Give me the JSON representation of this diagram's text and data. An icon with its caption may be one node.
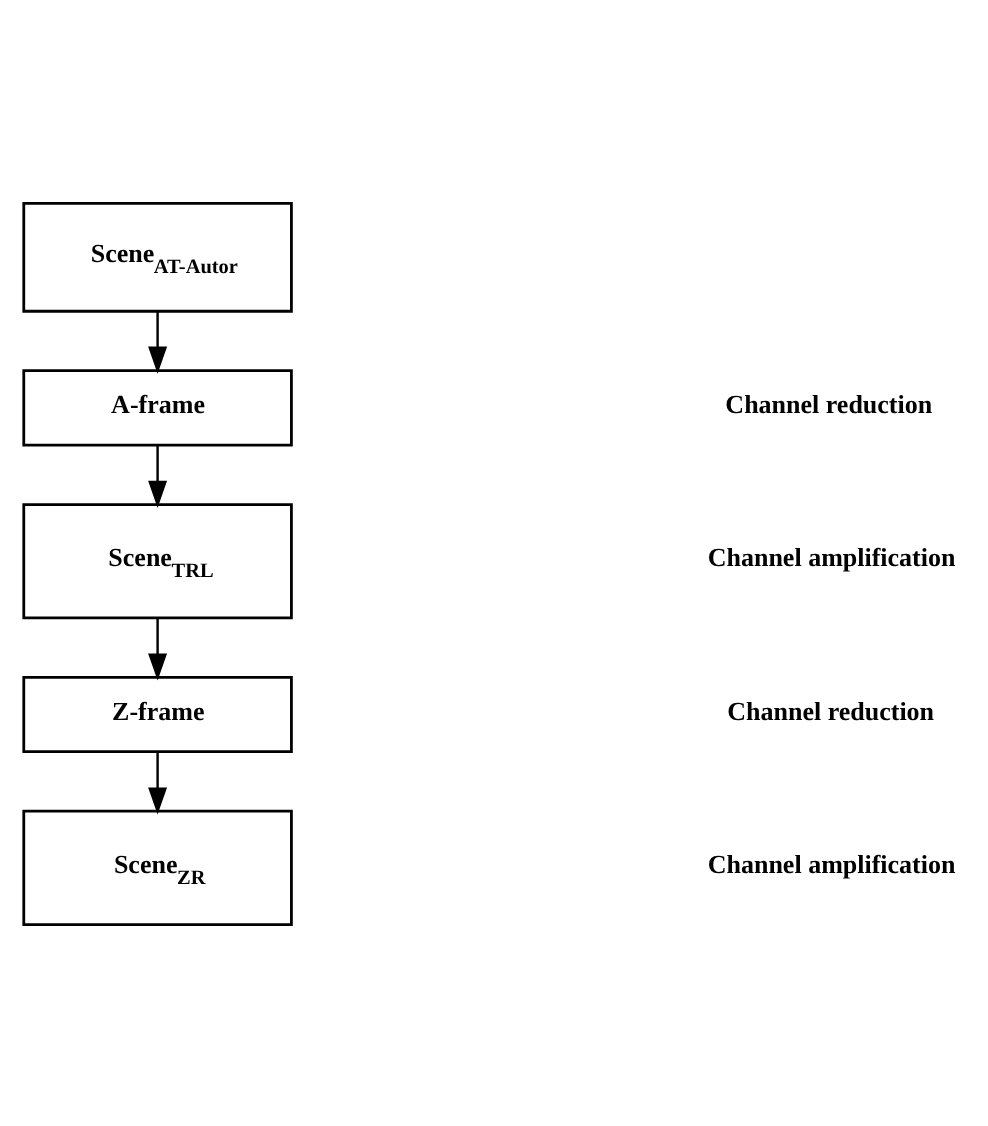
{
  "diagram": {
    "nodes": [
      {
        "text": [
          "Scene$_{AT-Autor}$"
        ]
      },
      {
        "text": [
          "A-frame"
        ]
      },
      {
        "text": [
          "Scene$_{TRL}$"
        ]
      },
      {
        "text": [
          "Z-frame"
        ]
      },
      {
        "text": [
          "Scene$_{ZR}$"
        ]
      }
    ],
    "edges": [
      {
        "from": 0,
        "to": 1,
        "arrow": "to"
      },
      {
        "from": 1,
        "to": 2,
        "arrow": "to"
      },
      {
        "from": 2,
        "to": 3,
        "arrow": "to"
      },
      {
        "from": 3,
        "to": 4,
        "arrow": "to"
      }
    ],
    "labels": [
      "Channel reduction",
      "Channel amplification",
      "Channel reduction",
      "Channel amplification"
    ]
  }
}
